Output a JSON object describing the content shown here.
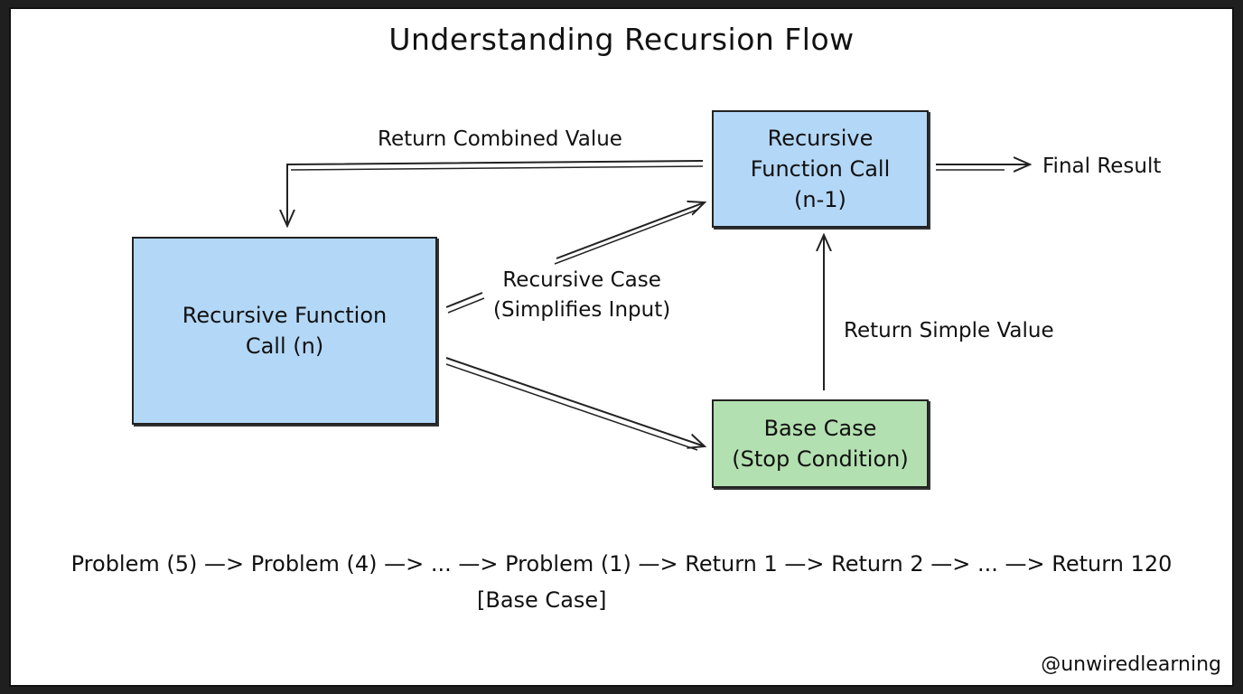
{
  "title": "Understanding Recursion Flow",
  "nodes": {
    "recursive_call_n": "Recursive Function\nCall (n)",
    "recursive_call_n_minus_1": "Recursive\nFunction Call\n(n-1)",
    "base_case": "Base Case\n(Stop Condition)"
  },
  "edge_labels": {
    "return_combined": "Return Combined Value",
    "recursive_case": "Recursive Case\n(Simplifies Input)",
    "return_simple": "Return Simple Value",
    "final_result": "Final Result"
  },
  "sequence": "Problem (5) —> Problem (4) —> ... —> Problem (1) —> Return 1 —> Return 2 —> ... —> Return 120",
  "sequence_note": "[Base Case]",
  "handle": "@unwiredlearning",
  "colors": {
    "recursive_node": "#b3d7f6",
    "base_node": "#b3e0b0",
    "stroke": "#222222"
  }
}
